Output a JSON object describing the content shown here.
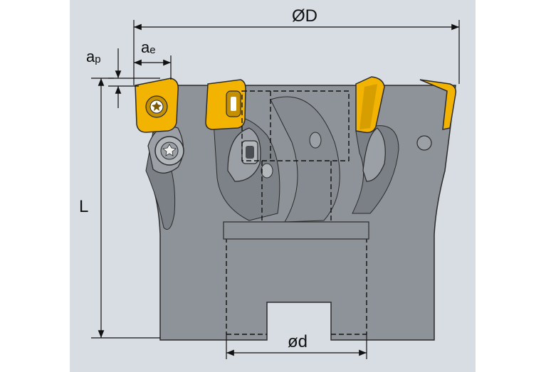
{
  "labels": {
    "outer_diameter": "ØD",
    "bore_diameter": "ød",
    "length": "L",
    "ap_base": "a",
    "ap_sub": "p",
    "ae_base": "a",
    "ae_sub": "e"
  },
  "colors": {
    "background": "#d7dde3",
    "body_fill": "#8e9399",
    "body_dark": "#6e7378",
    "insert_fill": "#f2b400",
    "dim_line": "#111111"
  }
}
